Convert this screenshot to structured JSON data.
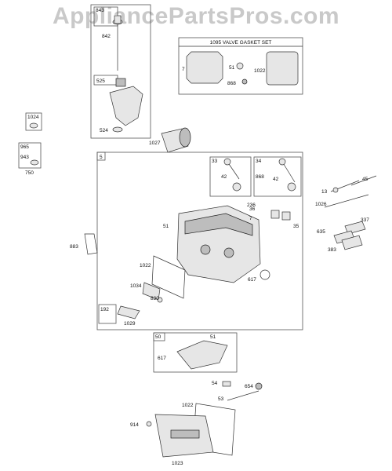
{
  "watermark": "AppliancePartsPros.com",
  "kit_title": "1095 VALVE GASKET SET",
  "labels": {
    "p843": "843",
    "p842": "842",
    "p525": "525",
    "p524": "524",
    "p1027": "1027",
    "p1024": "1024",
    "p965": "965",
    "p943": "943",
    "p750": "750",
    "p7a": "7",
    "p51a": "51",
    "p868a": "868",
    "p1022a": "1022",
    "p5": "5",
    "p33": "33",
    "p42a": "42",
    "p34": "34",
    "p868b": "868",
    "p42b": "42",
    "p13": "13",
    "p45": "45",
    "p1026": "1026",
    "p337": "337",
    "p635": "635",
    "p383": "383",
    "p236": "236",
    "p36": "36",
    "p7b": "7",
    "p35": "35",
    "p51b": "51",
    "p883": "883",
    "p1022b": "1022",
    "p1034": "1034",
    "p830": "830",
    "p192": "192",
    "p1029": "1029",
    "p617a": "617",
    "p50": "50",
    "p51c": "51",
    "p617b": "617",
    "p54": "54",
    "p654": "654",
    "p53": "53",
    "p1022c": "1022",
    "p914": "914",
    "p1023": "1023"
  },
  "colors": {
    "watermark": "#c9c9c9",
    "line": "#333333",
    "fill": "#e6e6e6"
  }
}
